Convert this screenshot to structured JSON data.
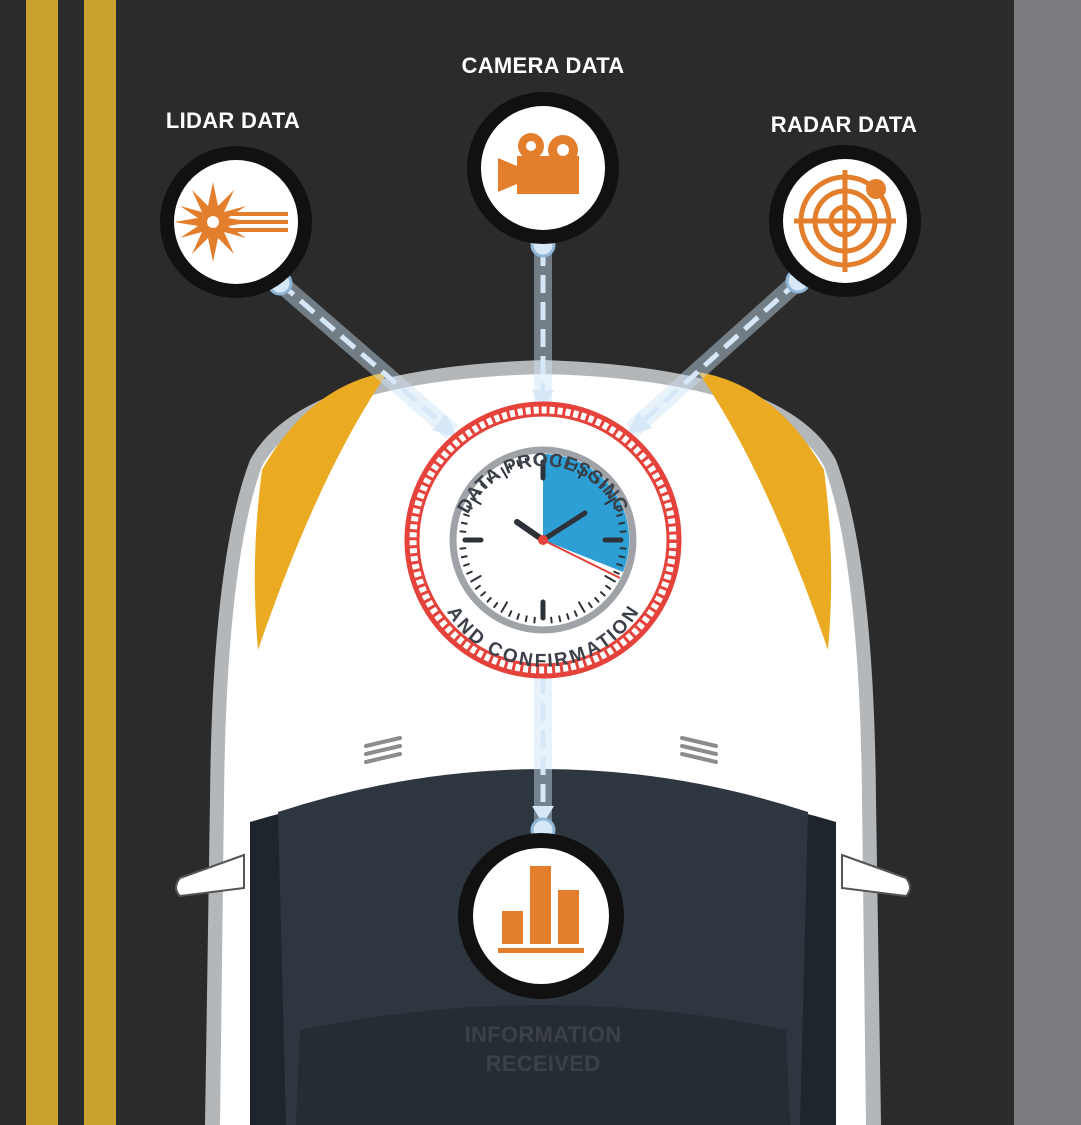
{
  "sources": {
    "lidar": {
      "label": "LIDAR DATA",
      "icon": "lidar-burst-icon"
    },
    "camera": {
      "label": "CAMERA DATA",
      "icon": "video-camera-icon"
    },
    "radar": {
      "label": "RADAR DATA",
      "icon": "radar-target-icon"
    }
  },
  "processing": {
    "title_top": "DATA PROCESSING",
    "title_bottom": "AND CONFIRMATION",
    "icon": "clock-icon"
  },
  "output": {
    "label_line1": "INFORMATION",
    "label_line2": "RECEIVED",
    "icon": "bar-chart-icon"
  },
  "colors": {
    "road": "#2b2b2b",
    "lane_yellow": "#c9a12e",
    "icon_orange": "#e37f2c",
    "clock_blue": "#2e9fd4",
    "ring_red": "#e4423a",
    "car_white": "#ffffff",
    "windshield": "#2e3640",
    "headlight": "#eaaa22",
    "arrow": "#cde3f5"
  }
}
